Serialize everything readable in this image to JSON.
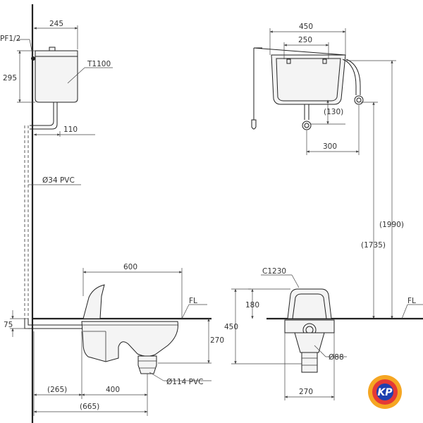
{
  "labels": {
    "dim_245": "245",
    "thread": "PF1/2",
    "dim_295": "295",
    "tank": "T1100",
    "dim_110": "110",
    "pipe": "Ø34 PVC",
    "dim_450_top": "450",
    "dim_250": "250",
    "dim_130": "(130)",
    "dim_300": "300",
    "dim_1990": "(1990)",
    "dim_1735": "(1735)",
    "dim_600": "600",
    "fl_left": "FL",
    "dim_75": "75",
    "dim_270_side": "270",
    "dim_265": "(265)",
    "dim_400": "400",
    "dim_665": "(665)",
    "outlet": "Ø114 PVC",
    "bowl": "C1230",
    "dim_180": "180",
    "dim_450_front": "450",
    "fl_right": "FL",
    "dim_88": "Ø88",
    "dim_270_front": "270"
  },
  "logo": {
    "text": "KP",
    "colors": [
      "#f5a623",
      "#e53935",
      "#1e40af"
    ]
  }
}
